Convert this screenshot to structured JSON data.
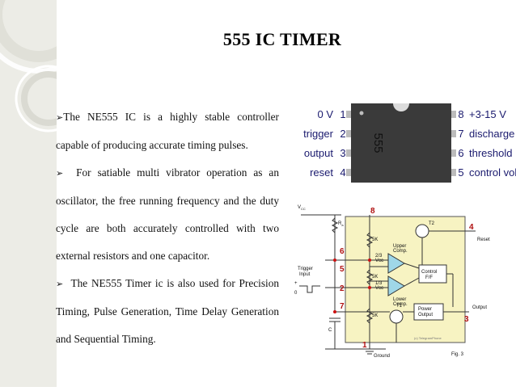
{
  "slide": {
    "title": "555  IC TIMER",
    "bullets": [
      "The NE555 IC is a highly stable controller capable of producing accurate timing pulses.",
      "For satiable multi vibrator operation as an oscillator, the free running frequency and the duty cycle are both accurately controlled with two external resistors and one capacitor.",
      "The NE555 Timer ic is also used for Precision Timing, Pulse Generation, Time Delay Generation and Sequential Timing."
    ],
    "bullet_marker": "➢"
  },
  "pinout": {
    "chip_label": "555",
    "left_pins": [
      {
        "name": "0 V",
        "num": "1"
      },
      {
        "name": "trigger",
        "num": "2"
      },
      {
        "name": "output",
        "num": "3"
      },
      {
        "name": "reset",
        "num": "4"
      }
    ],
    "right_pins": [
      {
        "num": "8",
        "name": "+3-15 V"
      },
      {
        "num": "7",
        "name": "discharge"
      },
      {
        "num": "6",
        "name": "threshold"
      },
      {
        "num": "5",
        "name": "control voltage"
      }
    ]
  },
  "circuit": {
    "vcc": "V",
    "vcc_sub": "CC",
    "ra": "R",
    "ra_sub": "a",
    "trigger_input": [
      "Trigger",
      "Input"
    ],
    "plus": "+",
    "zero": "0",
    "resistors": [
      "5K",
      "5K",
      "5K"
    ],
    "upper_comp": [
      "Upper",
      "Comp."
    ],
    "lower_comp": [
      "Lower",
      "Comp."
    ],
    "ref_upper": [
      "2/3",
      "Vcc"
    ],
    "ref_lower": [
      "1/3",
      "Vcc"
    ],
    "control_ff": [
      "Control",
      "F/F"
    ],
    "power_output": [
      "Power",
      "Output"
    ],
    "t1": "T1",
    "t2": "T2",
    "reset": "Reset",
    "output": "Output",
    "ground": "Ground",
    "cap": "C",
    "watermark": "(c) TelegramPhone",
    "fig": "Fig. 3",
    "pin_numbers": [
      "8",
      "6",
      "5",
      "2",
      "7",
      "1",
      "4",
      "3"
    ]
  }
}
